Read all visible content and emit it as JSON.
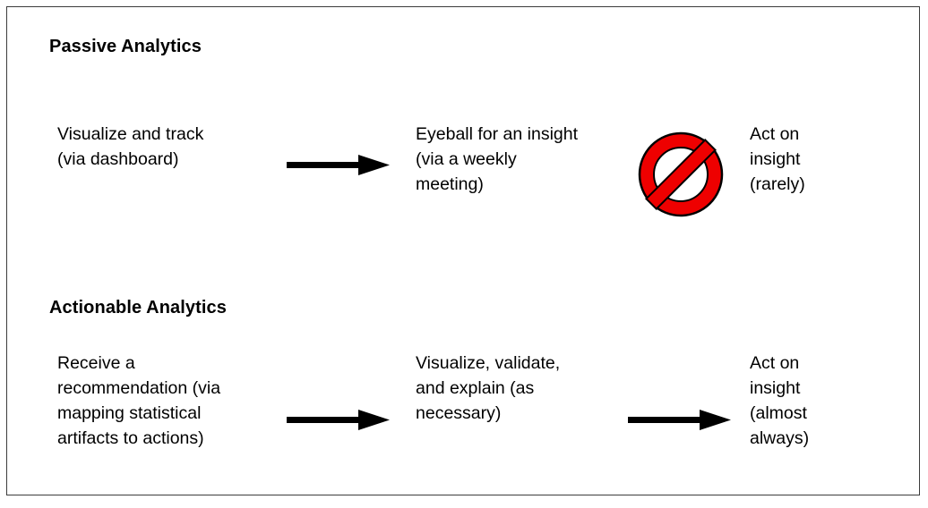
{
  "figure": {
    "border_color": "#3c3c3c",
    "background": "#ffffff"
  },
  "sections": [
    {
      "id": "passive",
      "heading": "Passive Analytics",
      "steps": [
        {
          "id": "passive-step-1",
          "text": "Visualize and track\n(via dashboard)"
        },
        {
          "id": "passive-step-2",
          "text": "Eyeball for an insight\n(via a weekly\nmeeting)"
        },
        {
          "id": "passive-step-3",
          "text": "Act on\ninsight\n(rarely)"
        }
      ],
      "connectors": [
        {
          "id": "arrow-passive-1",
          "icon": "arrow-right-icon",
          "from": "passive-step-1",
          "to": "passive-step-2"
        }
      ],
      "markers": [
        {
          "id": "no-sign",
          "icon": "prohibition-icon",
          "color": "#ee0000",
          "outline": "#000000",
          "between": [
            "passive-step-2",
            "passive-step-3"
          ]
        }
      ]
    },
    {
      "id": "actionable",
      "heading": "Actionable Analytics",
      "steps": [
        {
          "id": "actionable-step-1",
          "text": "Receive a\nrecommendation (via\nmapping statistical\nartifacts to actions)"
        },
        {
          "id": "actionable-step-2",
          "text": "Visualize, validate,\nand explain (as\nnecessary)"
        },
        {
          "id": "actionable-step-3",
          "text": "Act on\ninsight\n(almost\nalways)"
        }
      ],
      "connectors": [
        {
          "id": "arrow-actionable-1",
          "icon": "arrow-right-icon",
          "from": "actionable-step-1",
          "to": "actionable-step-2"
        },
        {
          "id": "arrow-actionable-2",
          "icon": "arrow-right-icon",
          "from": "actionable-step-2",
          "to": "actionable-step-3"
        }
      ],
      "markers": []
    }
  ],
  "colors": {
    "text": "#000000",
    "arrow": "#000000",
    "prohibition_red": "#ee0000",
    "border": "#3c3c3c"
  }
}
